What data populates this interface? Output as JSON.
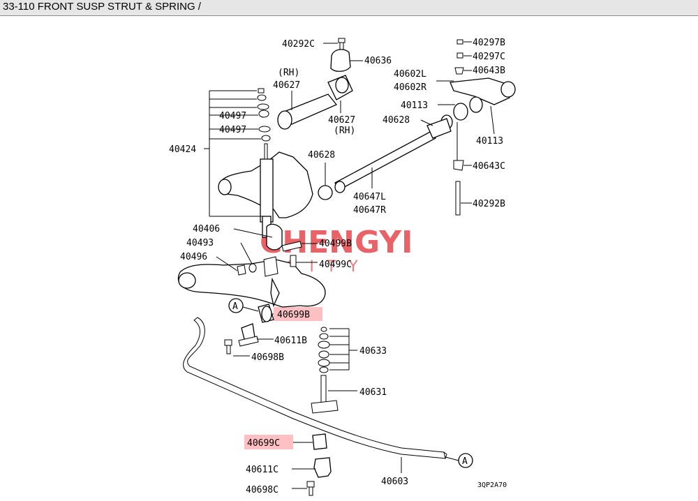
{
  "header": {
    "title": "33-110  FRONT SUSP STRUT & SPRING /"
  },
  "watermark": {
    "brand": "CHENGYI",
    "sub": "CITY"
  },
  "diagram_code": "3QP2A70",
  "callout_letter": "A",
  "highlight_color": "#ffc0c4",
  "labels": {
    "l40292C": "40292C",
    "l40636": "40636",
    "rh1": "(RH)",
    "l40627a": "40627",
    "l40627b": "40627",
    "rh2": "(RH)",
    "l40497a": "40497",
    "l40497b": "40497",
    "l40424": "40424",
    "l40628a": "40628",
    "l40628b": "40628",
    "l40647L": "40647L",
    "l40647R": "40647R",
    "l40297B": "40297B",
    "l40297C": "40297C",
    "l40643B": "40643B",
    "l40602L": "40602L",
    "l40602R": "40602R",
    "l40113a": "40113",
    "l40113b": "40113",
    "l40643C": "40643C",
    "l40292B": "40292B",
    "l40406": "40406",
    "l40493": "40493",
    "l40496": "40496",
    "l40499B": "40499B",
    "l40499C": "40499C",
    "l40699B": "40699B",
    "l40611B": "40611B",
    "l40698B": "40698B",
    "l40633": "40633",
    "l40631": "40631",
    "l40699C": "40699C",
    "l40611C": "40611C",
    "l40698C": "40698C",
    "l40603": "40603"
  }
}
